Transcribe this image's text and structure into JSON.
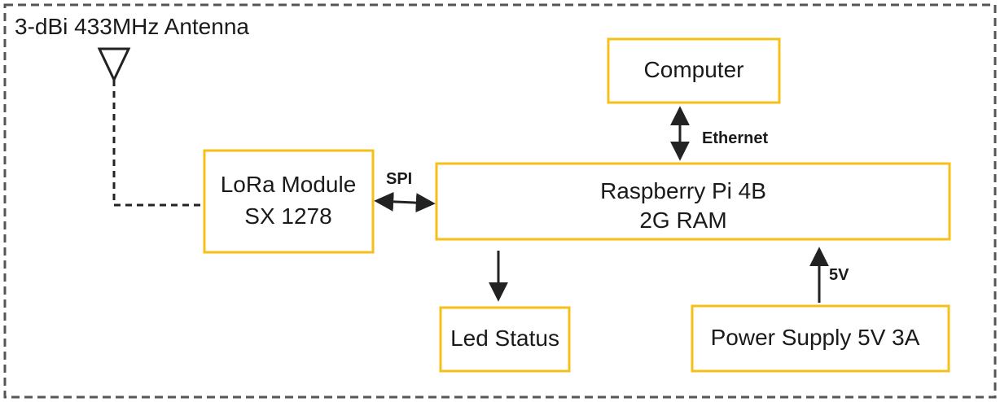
{
  "title": "3-dBi 433MHz Antenna",
  "blocks": {
    "computer": {
      "lines": [
        "Computer"
      ]
    },
    "lora": {
      "lines": [
        "LoRa Module",
        "SX 1278"
      ]
    },
    "rpi": {
      "lines": [
        "Raspberry Pi 4B",
        "2G RAM"
      ]
    },
    "led": {
      "lines": [
        "Led Status"
      ]
    },
    "power": {
      "lines": [
        "Power Supply 5V 3A"
      ]
    }
  },
  "edges": {
    "ethernet": "Ethernet",
    "spi": "SPI",
    "power": "5V"
  },
  "colors": {
    "block_border": "#F5C01A",
    "outer_border": "#555555",
    "arrow": "#222222",
    "text": "#1a1a1a"
  }
}
